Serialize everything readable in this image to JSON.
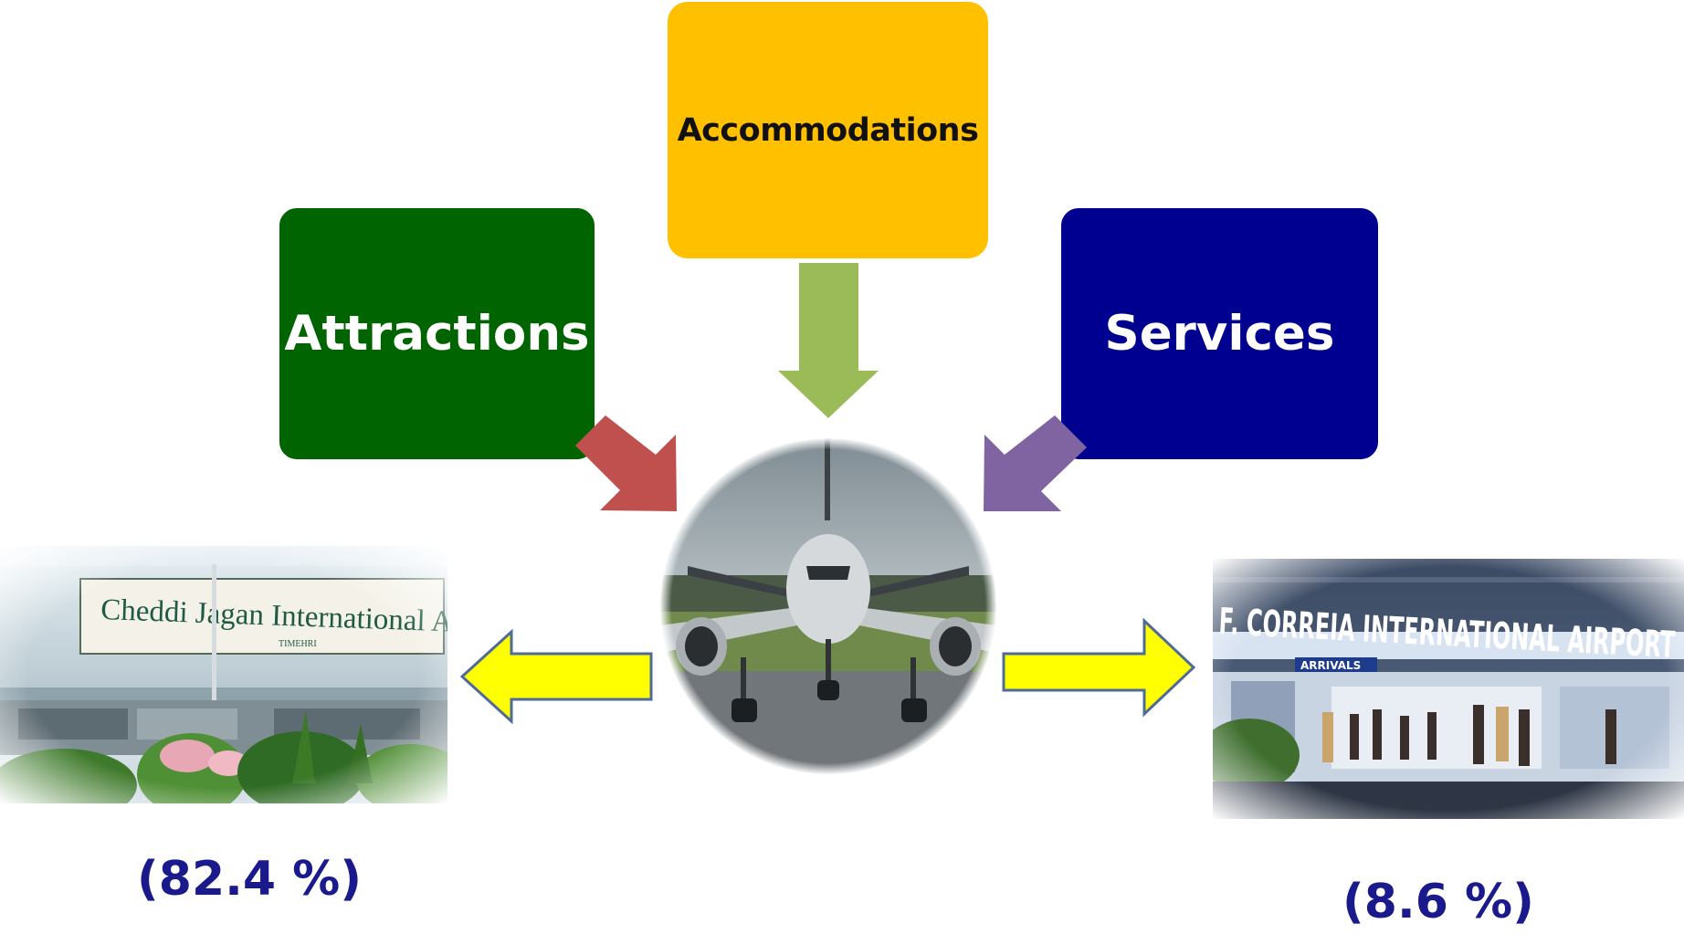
{
  "diagram": {
    "boxes": {
      "accommodations": "Accommodations",
      "attractions": "Attractions",
      "services": "Services"
    },
    "colors": {
      "accommodations": "#ffc000",
      "attractions": "#006400",
      "services": "#000090",
      "arrow_from_attractions": "#c0504d",
      "arrow_from_accommodations": "#9bbb59",
      "arrow_from_services": "#8064a2",
      "arrow_outward": "#ffff00",
      "percent_text": "#1a1a8c"
    },
    "airports": {
      "left": {
        "sign_text": "Cheddi Jagan International Airport",
        "sub_text": "TIMEHRI",
        "share": "(82.4 %)"
      },
      "right": {
        "sign_text": "F. CORREIA INTERNATIONAL AIRPORT",
        "sub_text": "ARRIVALS",
        "share": "(8.6 %)"
      }
    },
    "center_image": "airplane-photo"
  }
}
